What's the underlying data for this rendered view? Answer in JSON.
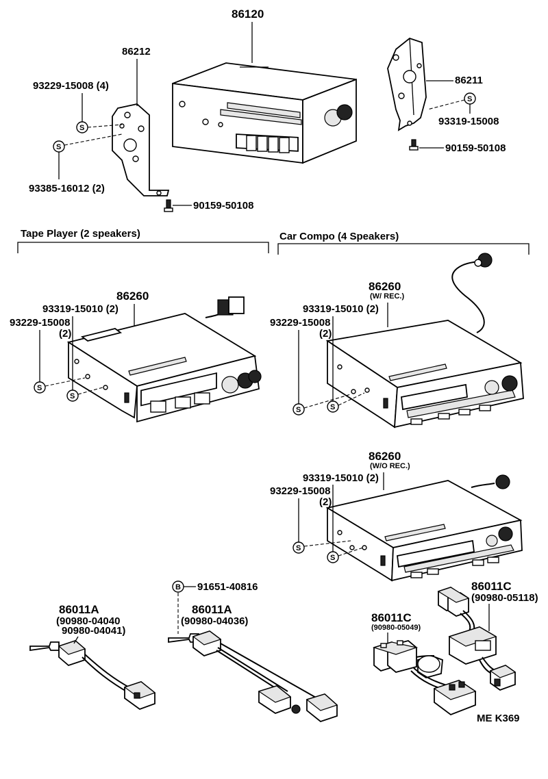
{
  "sections": {
    "tape_player": "Tape Player (2 speakers)",
    "car_compo": "Car Compo (4 Speakers)"
  },
  "symbols": {
    "s": "S",
    "b": "B"
  },
  "top": {
    "radio": "86120",
    "bracket_left": "86212",
    "bracket_right": "86211",
    "screw_left_upper": "93229-15008 (4)",
    "screw_left_lower": "93385-16012 (2)",
    "bolt_left": "90159-50108",
    "screw_right": "93319-15008",
    "bolt_right": "90159-50108"
  },
  "tape_player": {
    "unit": "86260",
    "screw_a": "93319-15010 (2)",
    "screw_b": "93229-15008",
    "screw_b_qty": "(2)"
  },
  "car_compo_rec": {
    "unit": "86260",
    "variant": "(W/ REC.)",
    "screw_a": "93319-15010 (2)",
    "screw_b": "93229-15008",
    "screw_b_qty": "(2)"
  },
  "car_compo_norec": {
    "unit": "86260",
    "variant": "(W/O REC.)",
    "screw_a": "93319-15010 (2)",
    "screw_b": "93229-15008",
    "screw_b_qty": "(2)"
  },
  "harness_1": {
    "part": "86011A",
    "sub1": "(90980-04040",
    "sub2": "90980-04041)"
  },
  "harness_2": {
    "part": "86011A",
    "sub": "(90980-04036)",
    "clip": "91651-40816"
  },
  "harness_3": {
    "part": "86011C",
    "sub": "(90980-05049)"
  },
  "harness_4": {
    "part": "86011C",
    "sub": "(90980-05118)"
  },
  "code": "ME  K369"
}
